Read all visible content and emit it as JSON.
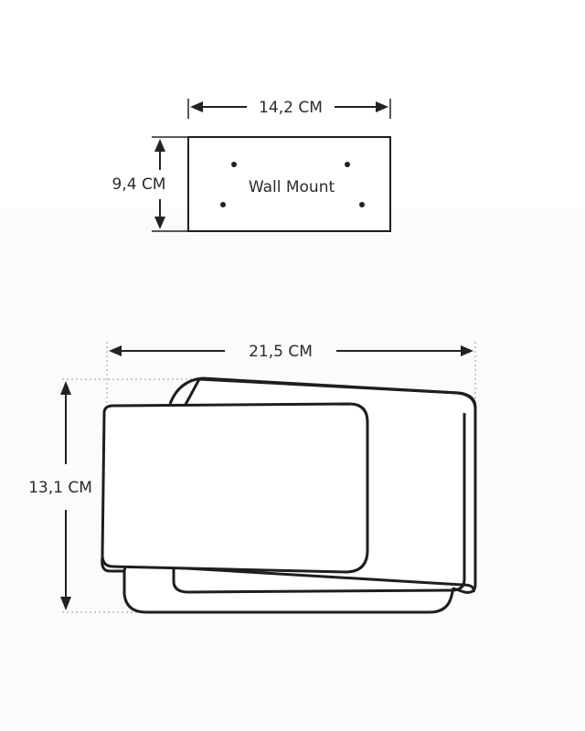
{
  "wall_mount": {
    "label": "Wall Mount",
    "width_label": "14,2 CM",
    "height_label": "9,4 CM",
    "holes": 4
  },
  "lamp": {
    "width_label": "21,5 CM",
    "height_label": "13,1 CM"
  }
}
